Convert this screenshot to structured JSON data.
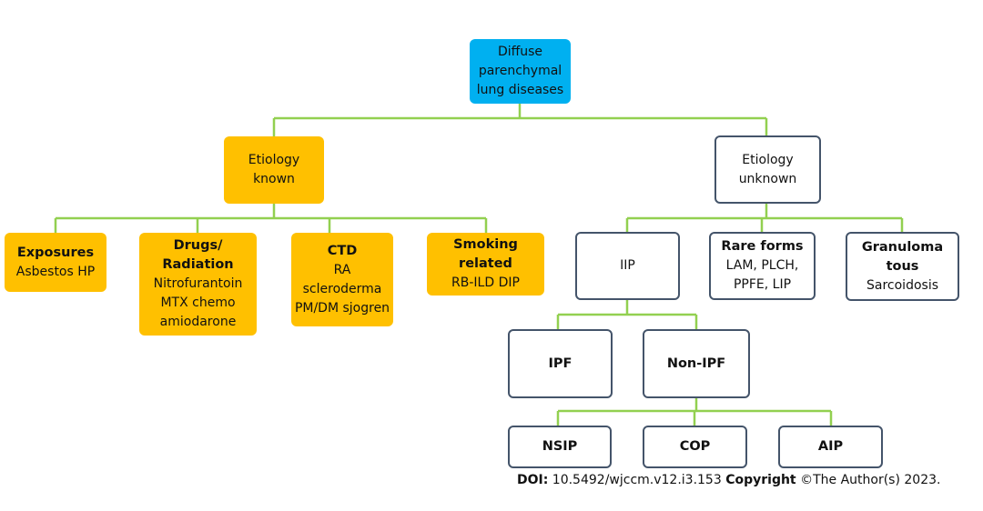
{
  "nodes": {
    "root": [
      "Diffuse",
      "parenchymal",
      "lung diseases"
    ],
    "known": [
      "Etiology",
      "known"
    ],
    "unknown": [
      "Etiology",
      "unknown"
    ],
    "exposures": {
      "title": [
        "Exposures"
      ],
      "body": [
        "Asbestos HP"
      ]
    },
    "drugs": {
      "title": [
        "Drugs/",
        "Radiation"
      ],
      "body": [
        "Nitrofurantoin",
        "MTX chemo",
        "amiodarone"
      ]
    },
    "ctd": {
      "title": [
        "CTD"
      ],
      "body": [
        "RA",
        "scleroderma",
        "PM/DM sjogren"
      ]
    },
    "smoking": {
      "title": [
        "Smoking",
        "related"
      ],
      "body": [
        "RB-ILD DIP"
      ]
    },
    "iip": "IIP",
    "rare": {
      "title": [
        "Rare forms"
      ],
      "body": [
        "LAM, PLCH,",
        "PPFE, LIP"
      ]
    },
    "granuloma": {
      "title": [
        "Granuloma",
        "tous"
      ],
      "body": [
        "Sarcoidosis"
      ]
    },
    "ipf": "IPF",
    "nonipf": "Non-IPF",
    "nsip": "NSIP",
    "cop": "COP",
    "aip": "AIP"
  },
  "caption": {
    "doi_label": "DOI:",
    "doi_value": " 10.5492/wjccm.v12.i3.153 ",
    "copyright_label": "Copyright",
    "copyright_value": " ©The Author(s) 2023."
  },
  "colors": {
    "root": "#00b0f0",
    "known_branch": "#ffc000",
    "outline": "#44546a",
    "connector": "#92d050"
  }
}
